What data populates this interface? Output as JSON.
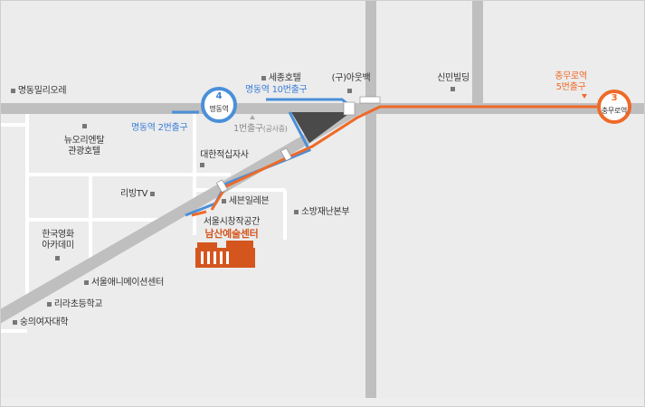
{
  "map": {
    "stations": {
      "myeongdong": {
        "line_number": "4",
        "name": "명동역",
        "color": "#3b7dd8"
      },
      "chungmuro": {
        "line_number": "3",
        "name": "충무로역",
        "color": "#ee6a28"
      }
    },
    "exits": {
      "myeongdong_10": "명동역 10번출구",
      "myeongdong_2": "명동역 2번출구",
      "exit_1": "1번출구",
      "exit_1_note": "(공사중)",
      "chungmuro_5_line1": "충무로역",
      "chungmuro_5_line2": "5번출구"
    },
    "landmarks": {
      "milliore": "명동밀리오레",
      "sejong_hotel": "세종호텔",
      "outback": "(구)아웃백",
      "shinmin_building": "신민빌딩",
      "new_orient_hotel_line1": "뉴오리엔탈",
      "new_orient_hotel_line2": "관광호텔",
      "red_cross": "대한적십자사",
      "seven_eleven": "세븐일레븐",
      "living_tv": "리빙TV",
      "fire_hq": "소방재난본부",
      "film_academy_line1": "한국영화",
      "film_academy_line2": "아카데미",
      "animation_center": "서울애니메이션센터",
      "lira_school": "리라초등학교",
      "sungeui_college": "숭의여자대학"
    },
    "destination": {
      "line1": "서울시창작공간",
      "line2": "남산예술센터",
      "color": "#d4561e"
    },
    "route_colors": {
      "blue": "#4a90d9",
      "orange": "#ee6a28"
    }
  }
}
